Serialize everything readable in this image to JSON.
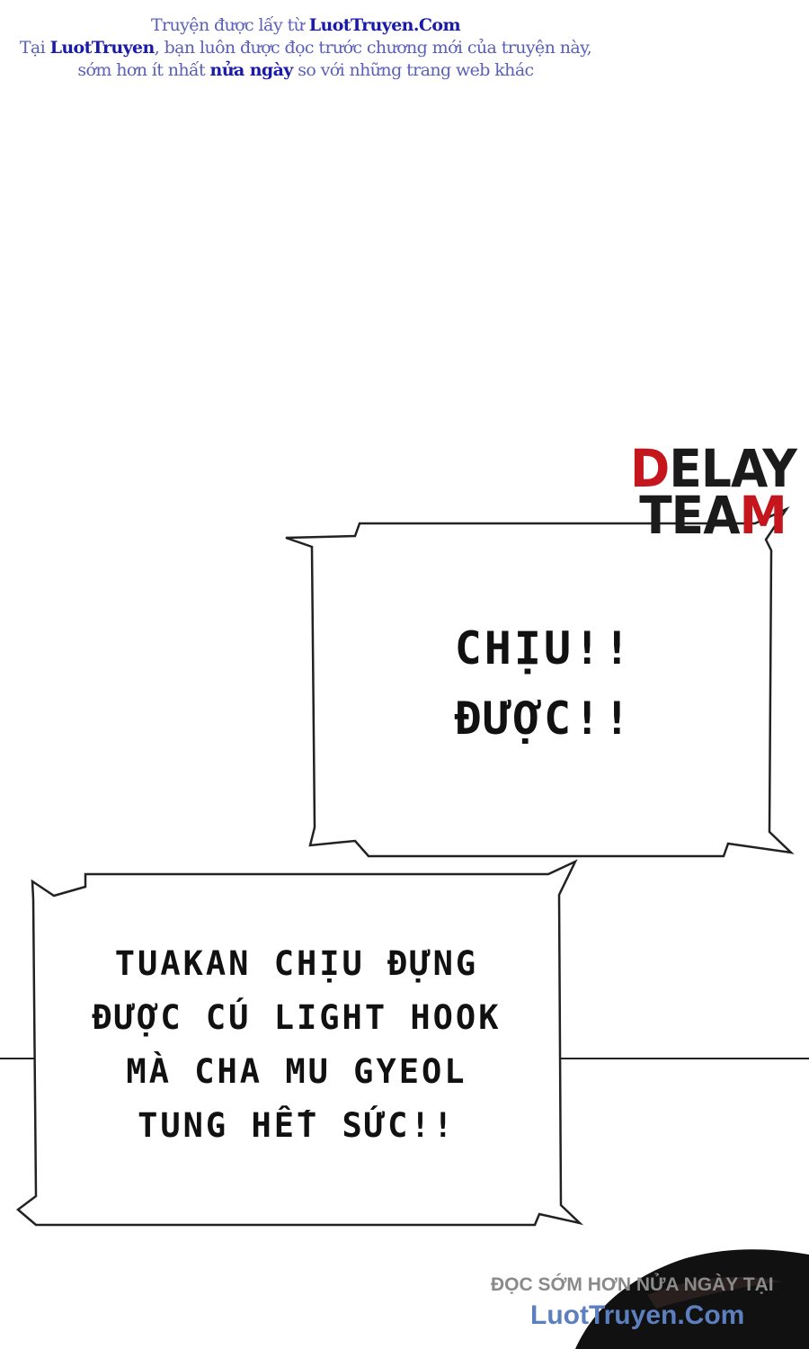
{
  "credit": {
    "line1_prefix": "Truyện được lấy từ ",
    "line1_site": "LuotTruyen.Com",
    "line2_prefix": "Tại ",
    "line2_site": "LuotTruyen",
    "line2_suffix": ", bạn luôn được đọc trước chương mới của truyện này,",
    "line3_prefix": "sớm hơn ít nhất ",
    "line3_bold": "nửa ngày",
    "line3_suffix": " so với những trang web khác"
  },
  "logo": {
    "part1_red": "D",
    "part1": "ELAY",
    "part2": "TEA",
    "part2_red": "M"
  },
  "bubbles": [
    {
      "lines": [
        "CHỊU!!",
        "ĐƯỢC!!"
      ]
    },
    {
      "lines": [
        "TUAKAN CHỊU ĐỰNG",
        "ĐƯỢC CÚ LIGHT HOOK",
        "MÀ CHA MU GYEOL",
        "TUNG HẾT SỨC!!"
      ]
    }
  ],
  "watermark": {
    "line1": "ĐỌC SỚM HƠN NỬA NGÀY TẠI",
    "line2": "LuotTruyen.Com"
  },
  "colors": {
    "credit": "#5a5fb8",
    "credit_bold": "#1a1aa8",
    "logo_red": "#c4161c",
    "watermark_link": "#5b7fbf"
  }
}
